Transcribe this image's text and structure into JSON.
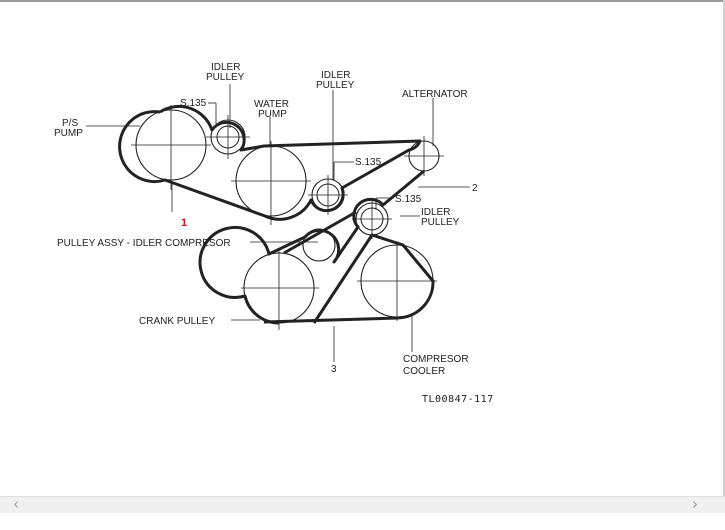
{
  "labels": {
    "ps_pump_1": "P/S",
    "ps_pump_2": "PUMP",
    "idler_pulley_top_1": "IDLER",
    "idler_pulley_top_2": "PULLEY",
    "s135_top": "S.135",
    "water_pump_1": "WATER",
    "water_pump_2": "PUMP",
    "idler_pulley_mid_1": "IDLER",
    "idler_pulley_mid_2": "PULLEY",
    "alternator": "ALTERNATOR",
    "s135_mid": "S.135",
    "belt_2": "2",
    "s135_right": "S.135",
    "idler_pulley_right_1": "IDLER",
    "idler_pulley_right_2": "PULLEY",
    "belt_1": "1",
    "idler_compressor": "PULLEY ASSY - IDLER COMPRESOR",
    "crank_pulley": "CRANK  PULLEY",
    "belt_3": "3",
    "compressor_cooler_1": "COMPRESOR",
    "compressor_cooler_2": "COOLER",
    "figure_code": "TL00847-117"
  },
  "colors": {
    "belt_1_label": "#c8141e",
    "ink": "#222222"
  },
  "icons": {
    "scroll_left": "chevron-left-icon",
    "scroll_right": "chevron-right-icon"
  },
  "nav": {
    "left_glyph": "‹",
    "right_glyph": "›"
  }
}
